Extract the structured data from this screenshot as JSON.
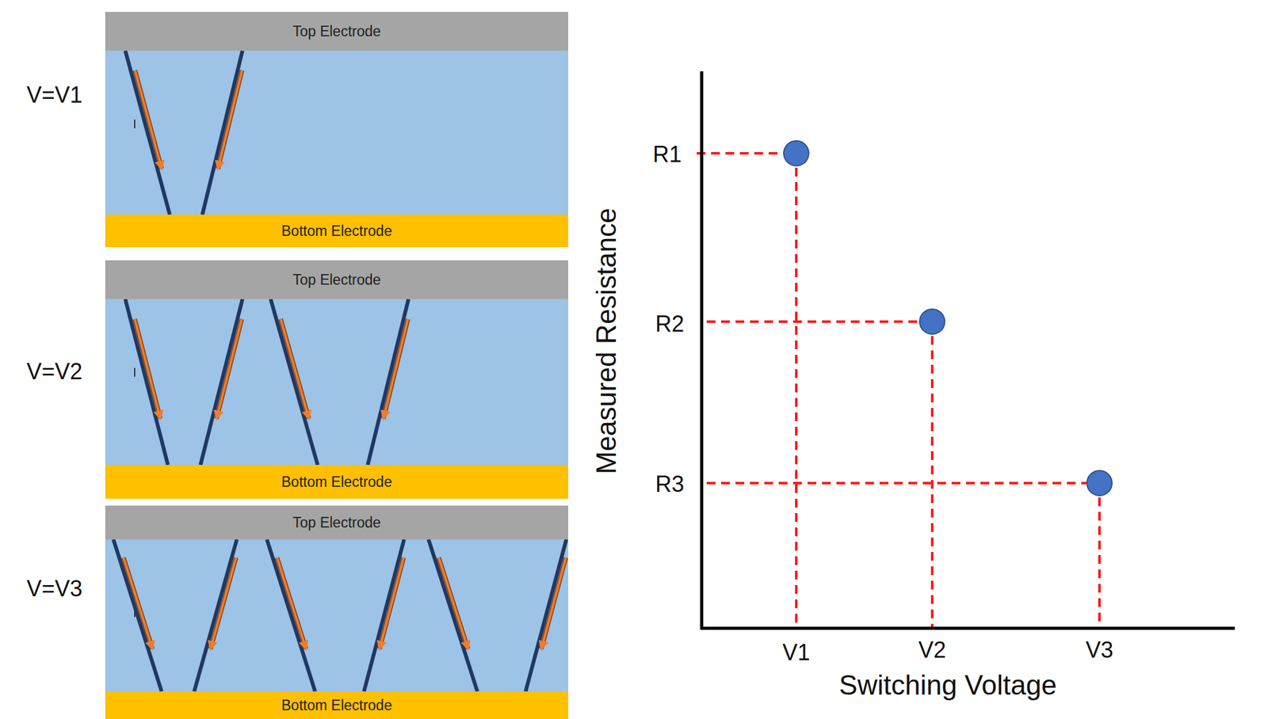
{
  "diagram": {
    "nodes": [
      {
        "text": [
          "Top Electrode"
        ]
      },
      {
        "text": [
          "Bottom Electrode"
        ]
      },
      {
        "text": [
          "Top Electrode"
        ]
      },
      {
        "text": [
          "Bottom Electrode"
        ]
      },
      {
        "text": [
          "Top Electrode"
        ]
      },
      {
        "text": [
          "Bottom Electrode"
        ]
      }
    ],
    "labels": [
      "V=V1",
      "V=V2",
      "V=V3",
      "R1",
      "R2",
      "R3",
      "V1",
      "V2",
      "V3",
      "Measured Resistance",
      "Switching Voltage"
    ]
  }
}
